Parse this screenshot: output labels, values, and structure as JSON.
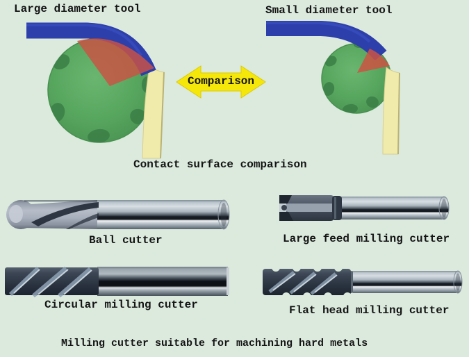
{
  "title": "Milling cutter tool comparison diagram",
  "top_comparison": {
    "large_tool_label": "Large diameter tool",
    "small_tool_label": "Small diameter tool",
    "arrow_label": "Comparison",
    "caption": "Contact surface comparison"
  },
  "cutters": [
    {
      "label": "Ball cutter"
    },
    {
      "label": "Large feed milling cutter"
    },
    {
      "label": "Circular milling cutter"
    },
    {
      "label": "Flat head milling cutter"
    }
  ],
  "footer": {
    "caption": "Milling cutter suitable for machining hard metals"
  },
  "colors": {
    "background": "#dceade",
    "tool_path_blue": "#2c3fab",
    "ball_green": "#58a860",
    "contact_red": "#cc5243",
    "workpiece_yellow": "#f0ebab",
    "arrow_yellow": "#f6e70a",
    "text": "#141414"
  }
}
